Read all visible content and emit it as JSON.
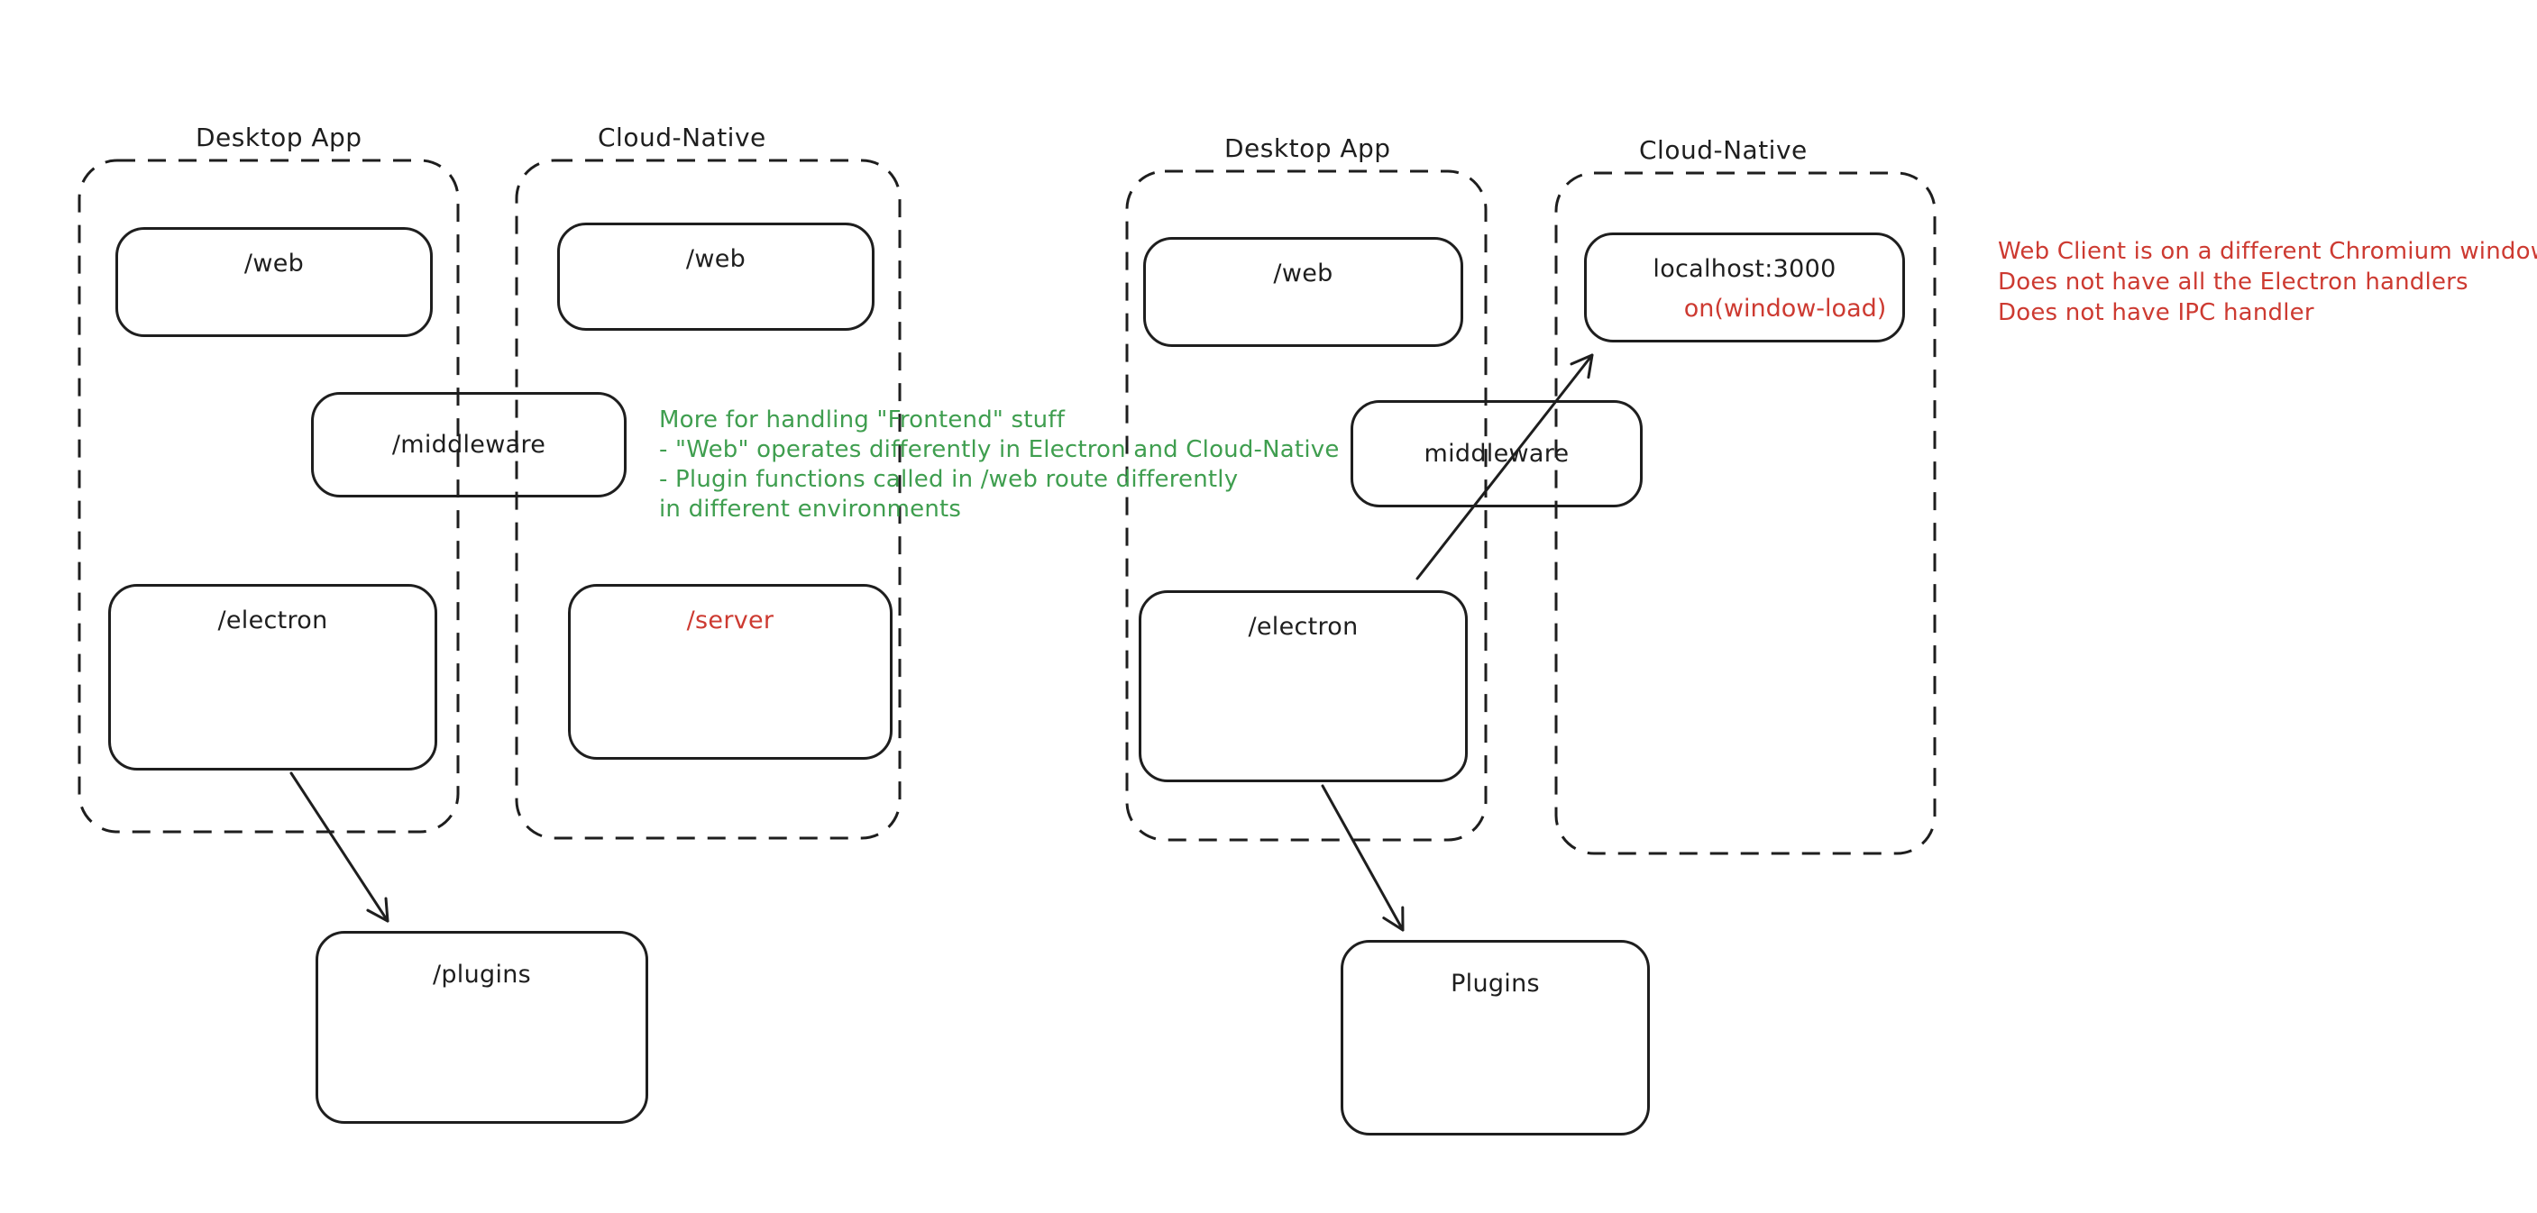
{
  "canvas": {
    "background": "#ffffff"
  },
  "colors": {
    "stroke": "#1e1e1e",
    "annotation_green": "#3f9e4f",
    "annotation_red": "#cd3a31"
  },
  "left_diagram": {
    "desktop_label": "Desktop App",
    "cloud_label": "Cloud-Native",
    "web_desktop_label": "/web",
    "web_cloud_label": "/web",
    "middleware_label": "/middleware",
    "electron_label": "/electron",
    "server_label": "/server",
    "plugins_label": "/plugins",
    "annotation_lines": [
      "More for handling \"Frontend\" stuff",
      "- \"Web\" operates differently in Electron and Cloud-Native",
      "- Plugin functions called in /web route differently",
      "in different environments"
    ]
  },
  "right_diagram": {
    "desktop_label": "Desktop App",
    "cloud_label": "Cloud-Native",
    "web_label": "/web",
    "localhost_label": "localhost:3000",
    "localhost_event_label": "on(window-load)",
    "middleware_label": "middleware",
    "electron_label": "/electron",
    "plugins_label": "Plugins",
    "annotation_lines": [
      "Web Client is on a different Chromium window",
      "Does not have all the Electron handlers",
      "Does not have IPC handler"
    ]
  }
}
